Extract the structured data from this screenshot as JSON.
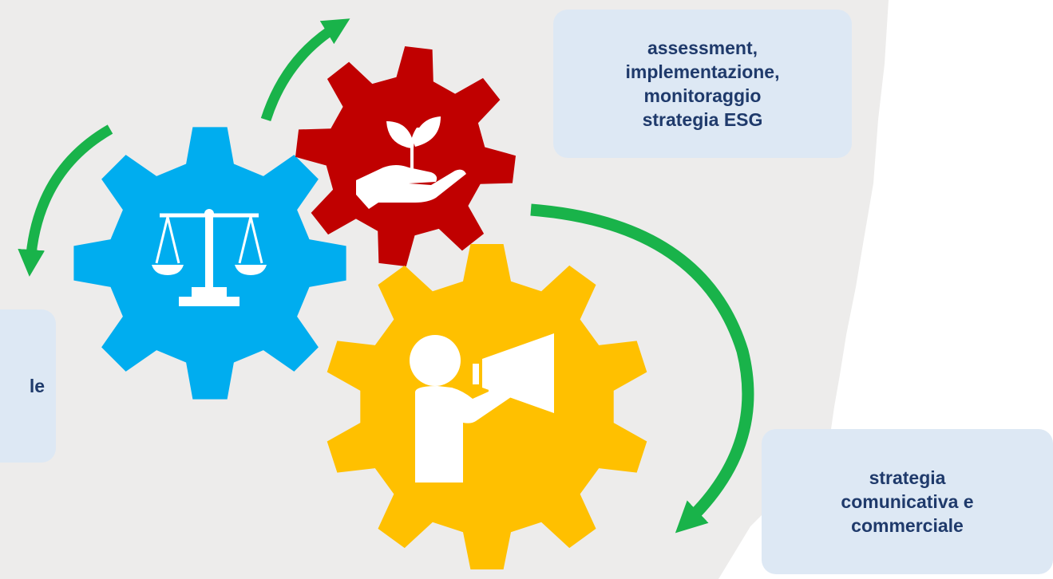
{
  "colors": {
    "background_panel": "#edeceb",
    "gear_scales": "#00adef",
    "gear_plant": "#c00000",
    "gear_megaphone": "#ffc000",
    "arrows": "#19b34a",
    "box_fill": "#dde8f4",
    "box_text": "#1f3a6b"
  },
  "gears": [
    {
      "name": "legal",
      "icon": "scales-icon"
    },
    {
      "name": "esg",
      "icon": "plant-in-hand-icon"
    },
    {
      "name": "communication",
      "icon": "megaphone-person-icon"
    }
  ],
  "labels": {
    "esg": [
      "assessment,",
      "implementazione,",
      "monitoraggio",
      "strategia ESG"
    ],
    "comm": [
      "strategia",
      "comunicativa e",
      "commerciale"
    ],
    "left_partial": "le"
  }
}
